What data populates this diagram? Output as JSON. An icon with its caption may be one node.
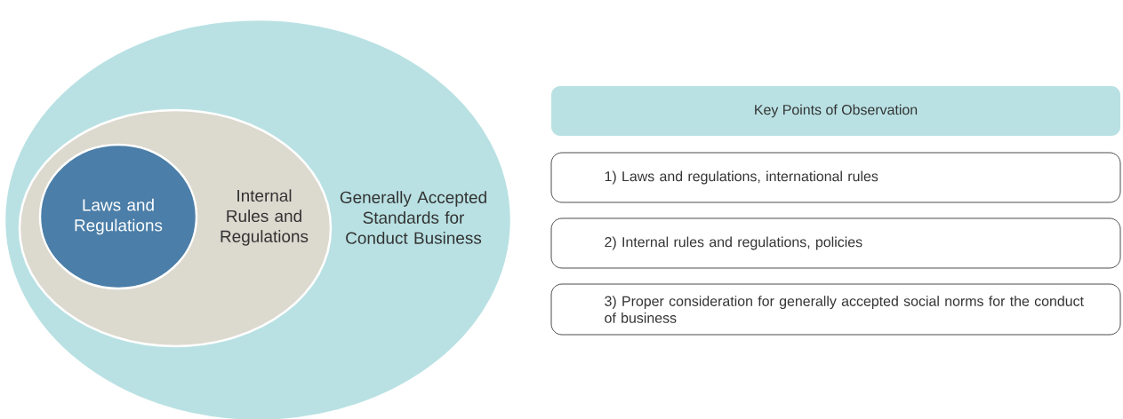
{
  "diagram": {
    "nodes": [
      {
        "text": [
          "Generally Accepted Standards for Conduct Business"
        ]
      },
      {
        "text": [
          "Internal Rules and Regulations"
        ],
        "in": 0
      },
      {
        "text": [
          "Laws and Regulations"
        ],
        "in": 1
      },
      {
        "text": [
          "Key Points of Observation"
        ]
      },
      {
        "text": [
          "1) Laws and regulations, international rules"
        ]
      },
      {
        "text": [
          "2) Internal rules and regulations, policies"
        ]
      },
      {
        "text": [
          "3) Proper consideration for generally accepted social norms for the conduct of business"
        ]
      }
    ]
  }
}
